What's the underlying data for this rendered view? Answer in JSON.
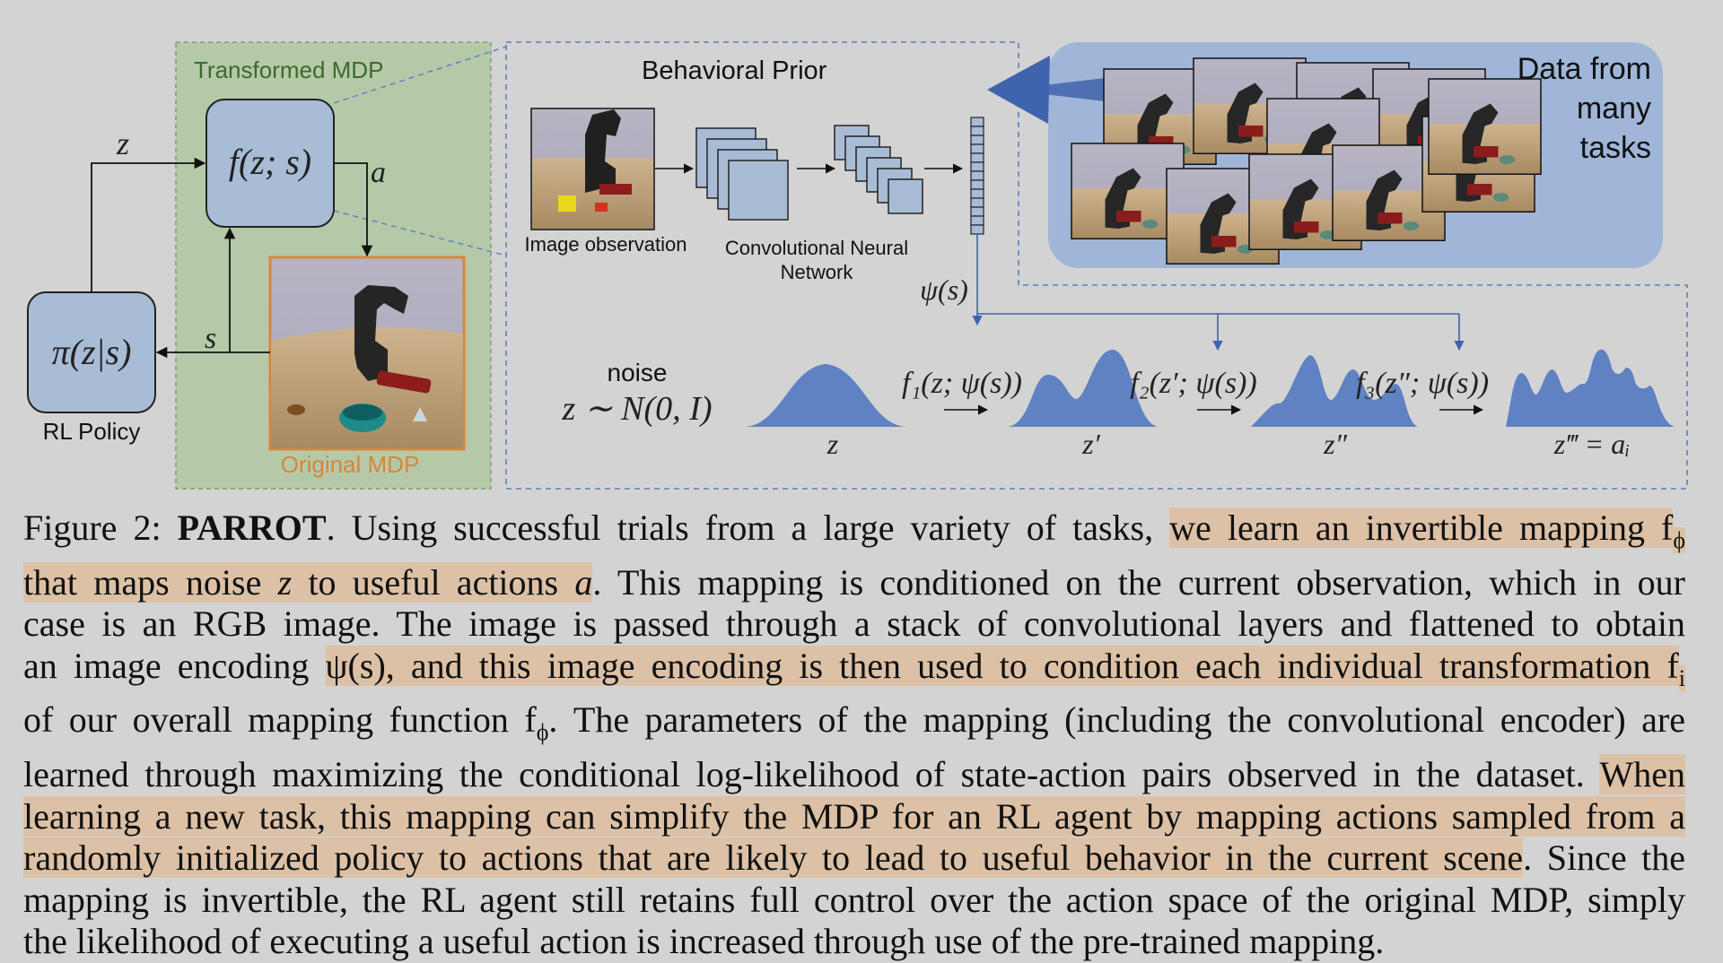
{
  "figure": {
    "transformed_mdp_label": "Transformed MDP",
    "original_mdp_label": "Original MDP",
    "behavioral_prior_label": "Behavioral Prior",
    "data_label_lines": [
      "Data from",
      "many",
      "tasks"
    ],
    "image_observation_label": "Image observation",
    "cnn_label_lines": [
      "Convolutional Neural",
      "Network"
    ],
    "rl_policy_label": "RL Policy",
    "noise_label": "noise",
    "math": {
      "f_zs": "f(z; s)",
      "pi": "π(z|s)",
      "z": "z",
      "a": "a",
      "s": "s",
      "psi": "ψ(s)",
      "noise_dist": "z ∼ N(0, I)",
      "f1": "f₁(z; ψ(s))",
      "f2": "f₂(z′; ψ(s))",
      "f3": "f₃(z″; ψ(s))",
      "dist_z": "z",
      "dist_z1": "z′",
      "dist_z2": "z″",
      "dist_z3": "z‴ = aᵢ"
    },
    "colors": {
      "green_panel": "#b5c9a8",
      "box_fill": "#a9bcd6",
      "data_panel": "#9fb6d8",
      "dist_fill": "#5f82c2",
      "dashed": "#5b7fc0",
      "orange": "#d8863a",
      "highlight": "#dcc1a6"
    },
    "icons": [
      "robot-scene-thumbnail",
      "left-arrow-icon"
    ]
  },
  "caption": {
    "figure_number": "Figure 2:",
    "title": "PARROT",
    "lines": [
      [
        {
          "t": ". Using successful trials from a large variety of tasks, "
        },
        {
          "t": "we learn an invertible mapping f",
          "h": 1
        },
        {
          "t": "ϕ",
          "h": 1,
          "sub": 1
        }
      ],
      [
        {
          "t": "that maps noise ",
          "h": 1
        },
        {
          "t": "z",
          "h": 1,
          "i": 1
        },
        {
          "t": " to useful actions ",
          "h": 1
        },
        {
          "t": "a",
          "h": 1,
          "i": 1
        },
        {
          "t": ".  This mapping is conditioned on the current observation, which in our"
        }
      ],
      [
        {
          "t": "case is an RGB image.  The image is passed through a stack of convolutional layers and flattened to obtain"
        }
      ],
      [
        {
          "t": "an image encoding "
        },
        {
          "t": "ψ(s), and this image encoding is then used to condition each individual transformation f",
          "h": 1
        },
        {
          "t": "i",
          "h": 1,
          "sub": 1
        }
      ],
      [
        {
          "t": "of our overall mapping function f"
        },
        {
          "t": "ϕ",
          "sub": 1
        },
        {
          "t": ". The parameters of the mapping (including the convolutional encoder) are"
        }
      ],
      [
        {
          "t": "learned through maximizing the conditional log-likelihood of state-action pairs observed in the dataset. "
        },
        {
          "t": "When",
          "h": 1
        }
      ],
      [
        {
          "t": "learning a new task, this mapping can simplify the MDP for an RL agent by mapping actions sampled from a",
          "h": 1
        }
      ],
      [
        {
          "t": "randomly initialized policy to actions that are likely to lead to useful behavior in the current scene",
          "h": 1
        },
        {
          "t": ". Since the"
        }
      ],
      [
        {
          "t": "mapping is invertible, the RL agent still retains full control over the action space of the original MDP, simply"
        }
      ],
      [
        {
          "t": "the likelihood of executing a useful action is increased through use of the pre-trained mapping."
        }
      ]
    ]
  }
}
